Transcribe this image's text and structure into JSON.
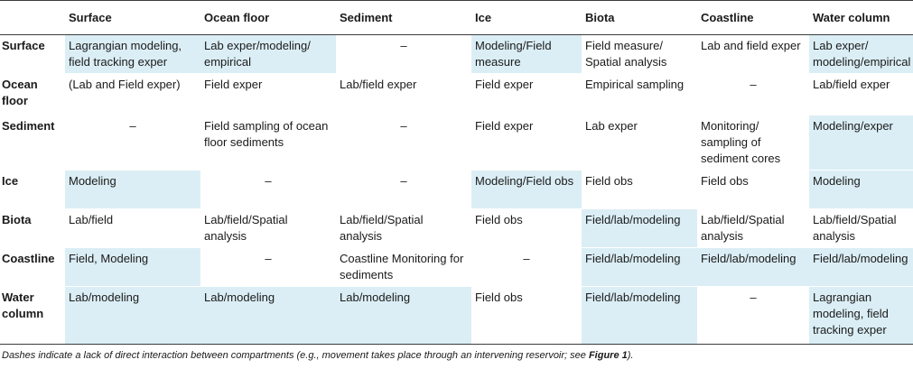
{
  "columns": [
    "",
    "Surface",
    "Ocean floor",
    "Sediment",
    "Ice",
    "Biota",
    "Coastline",
    "Water column"
  ],
  "rows": [
    {
      "label": "Surface",
      "cells": [
        "Lagrangian modeling, field tracking exper",
        "Lab exper/modeling/ empirical",
        "–",
        "Modeling/Field measure",
        "Field measure/ Spatial analysis",
        "Lab and field exper",
        "Lab exper/ modeling/empirical"
      ]
    },
    {
      "label": "Ocean floor",
      "cells": [
        "(Lab and Field exper)",
        "Field exper",
        "Lab/field exper",
        "Field exper",
        "Empirical sampling",
        "–",
        "Lab/field exper"
      ]
    },
    {
      "label": "Sediment",
      "cells": [
        "–",
        "Field sampling of ocean floor sediments",
        "–",
        "Field exper",
        "Lab exper",
        "Monitoring/ sampling of sediment cores",
        "Modeling/exper"
      ]
    },
    {
      "label": "Ice",
      "cells": [
        "Modeling",
        "–",
        "–",
        "Modeling/Field obs",
        "Field obs",
        "Field obs",
        "Modeling"
      ]
    },
    {
      "label": "Biota",
      "cells": [
        "Lab/field",
        "Lab/field/Spatial analysis",
        "Lab/field/Spatial analysis",
        "Field obs",
        "Field/lab/modeling",
        "Lab/field/Spatial analysis",
        "Lab/field/Spatial analysis"
      ]
    },
    {
      "label": "Coastline",
      "cells": [
        "Field, Modeling",
        "–",
        "Coastline Monitoring for sediments",
        "–",
        "Field/lab/modeling",
        "Field/lab/modeling",
        "Field/lab/modeling"
      ]
    },
    {
      "label": "Water column",
      "cells": [
        "Lab/modeling",
        "Lab/modeling",
        "Lab/modeling",
        "Field obs",
        "Field/lab/modeling",
        "–",
        "Lagrangian modeling, field tracking exper"
      ]
    }
  ],
  "caption": {
    "before": "Dashes indicate a lack of direct interaction between compartments (e.g., movement takes place through an intervening reservoir; see ",
    "ref": "Figure 1",
    "after": ")."
  },
  "colors": {
    "highlight": "#dbeef5",
    "rule": "#3c3c3c"
  }
}
